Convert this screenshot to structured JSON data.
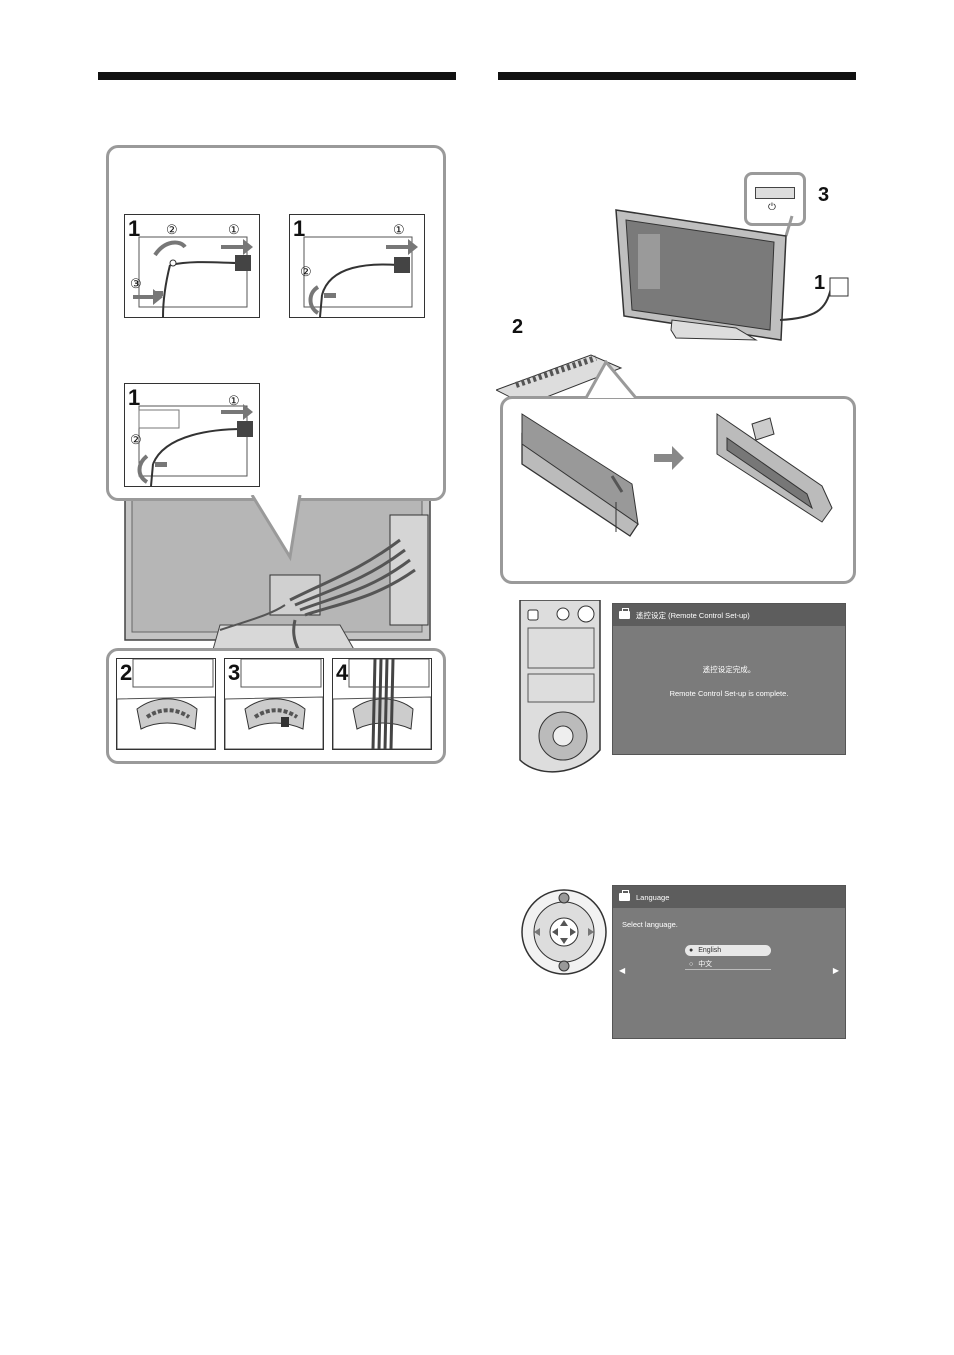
{
  "left_steps": {
    "top_row": [
      "1",
      "1"
    ],
    "middle": [
      "1"
    ],
    "bottom_row": [
      "2",
      "3",
      "4"
    ]
  },
  "circled": {
    "one": "①",
    "two": "②",
    "three": "③"
  },
  "tv_labels": {
    "plug": "1",
    "remote": "2",
    "power": "3"
  },
  "screen_remote_setup": {
    "title": "遙控设定 (Remote Control Set-up)",
    "line_cn": "遙控设定完成。",
    "line_en": "Remote Control Set-up is complete."
  },
  "screen_language": {
    "title": "Language",
    "prompt": "Select language.",
    "options": [
      "English",
      "中文"
    ],
    "selected": "English",
    "arrow_left": "◀",
    "arrow_right": "▶"
  },
  "colors": {
    "screen": "#7b7b7b",
    "title_bar": "#5d5d5d",
    "panel_border": "#9a9a9a"
  }
}
